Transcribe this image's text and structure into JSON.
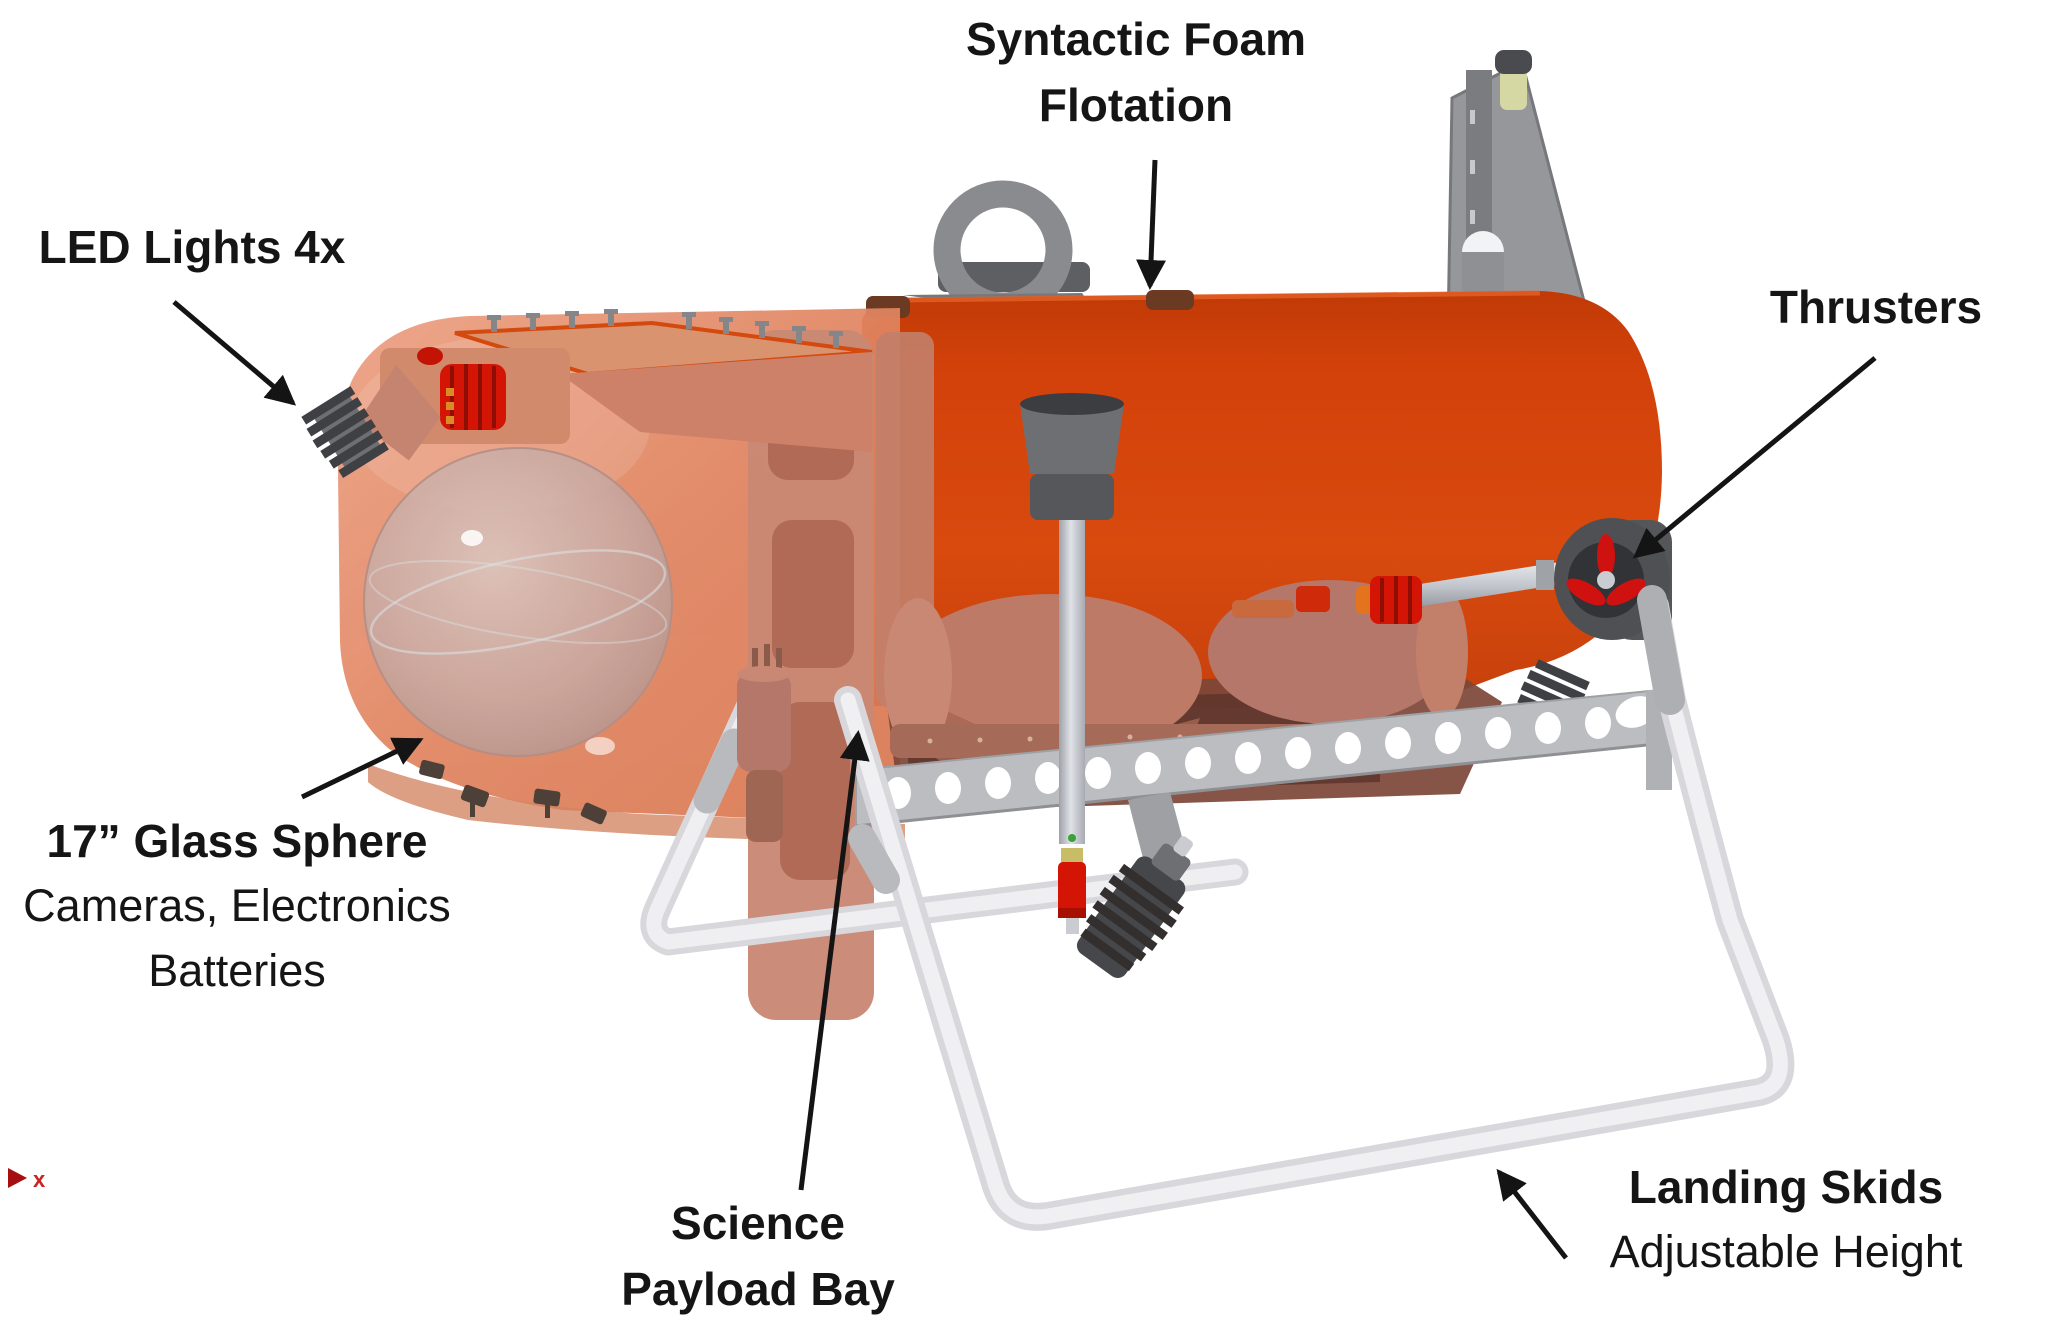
{
  "diagram_title": "ROV / lander component callout diagram",
  "labels": {
    "flotation": {
      "line1": "Syntactic Foam",
      "line2": "Flotation"
    },
    "led_lights": {
      "text": "LED Lights 4x"
    },
    "thrusters": {
      "text": "Thrusters"
    },
    "glass_sphere": {
      "line1": "17” Glass Sphere",
      "line2": "Cameras, Electronics",
      "line3": "Batteries"
    },
    "science_bay": {
      "line1": "Science",
      "line2": "Payload Bay"
    },
    "landing_skids": {
      "line1": "Landing Skids",
      "line2": "Adjustable Height"
    }
  },
  "origin_marker": {
    "text": "x"
  },
  "colors": {
    "background": "#ffffff",
    "hull_orange": "#d2410a",
    "hull_shell": "#e08460",
    "sphere_glass": "#c9a8a0",
    "frame_salmon": "#c5846f",
    "bay_brown": "#7c4638",
    "skid_white": "#e9e9ec",
    "rail_gray": "#bcbdc1",
    "metal_gray": "#6e6f73",
    "dark_gray": "#4a4b4f",
    "accent_red": "#d41404",
    "beacon_yellow": "#d6d8a4",
    "label_ink": "#151515",
    "marker_red": "#a50f0f"
  }
}
